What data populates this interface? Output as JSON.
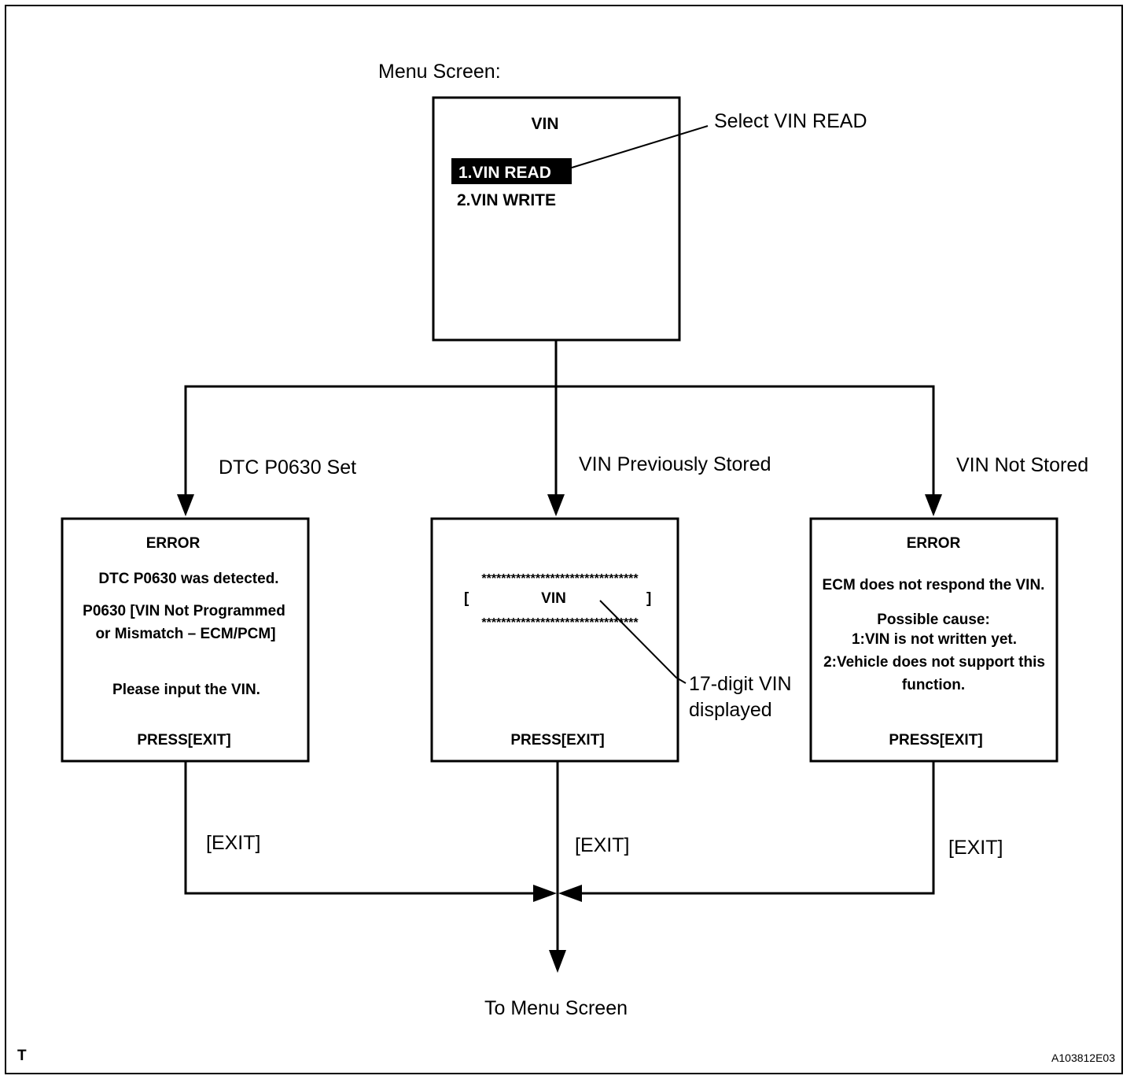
{
  "labels": {
    "menu_screen": "Menu Screen:",
    "select_vin_read": "Select VIN READ",
    "dtc_set": "DTC P0630 Set",
    "vin_prev_stored": "VIN Previously Stored",
    "vin_not_stored": "VIN Not Stored",
    "digit_line1": "17-digit VIN",
    "digit_line2": "displayed",
    "exit_left": "[EXIT]",
    "exit_mid": "[EXIT]",
    "exit_right": "[EXIT]",
    "to_menu": "To Menu Screen",
    "corner_left": "T",
    "figure_code": "A103812E03"
  },
  "menu": {
    "title": "VIN",
    "item1": "1.VIN READ",
    "item2": "2.VIN WRITE"
  },
  "screen_left": {
    "title": "ERROR",
    "line1": "DTC P0630 was detected.",
    "line2": "P0630  [VIN Not Programmed",
    "line3": "or Mismatch – ECM/PCM]",
    "line4": "Please input the VIN.",
    "press": "PRESS[EXIT]"
  },
  "screen_mid": {
    "stars_top": "********************************",
    "bracket_left": "[",
    "vin": "VIN",
    "bracket_right": "]",
    "stars_bottom": "********************************",
    "press": "PRESS[EXIT]"
  },
  "screen_right": {
    "title": "ERROR",
    "line1": "ECM does not respond the VIN.",
    "line2": "Possible cause:",
    "line3": "1:VIN is not written yet.",
    "line4": "2:Vehicle does not support this",
    "line5": "function.",
    "press": "PRESS[EXIT]"
  }
}
